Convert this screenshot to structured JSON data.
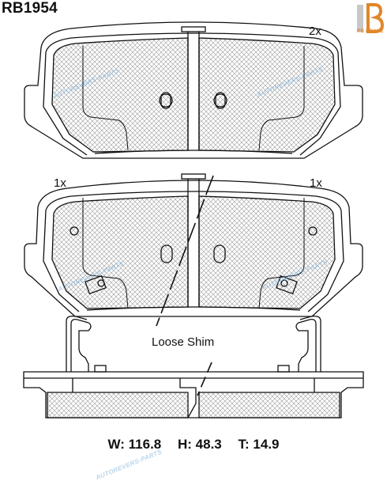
{
  "header": {
    "part_code": "RB1954",
    "brand_logo_text": "RB BRAKE"
  },
  "pads": {
    "top_pad_qty": "2x",
    "left_pad_qty": "1x",
    "right_pad_qty": "1x"
  },
  "shim": {
    "label": "Loose Shim"
  },
  "dimensions": {
    "width_label": "W:",
    "width_value": "116.8",
    "height_label": "H:",
    "height_value": "48.3",
    "thickness_label": "T:",
    "thickness_value": "14.9"
  },
  "watermark": {
    "text": "AUTOREVERS-PARTS"
  },
  "colors": {
    "line": "#111111",
    "hatch": "#9a9a9a",
    "logo_orange": "#e0872a",
    "watermark_blue": "#7fb3dc"
  }
}
